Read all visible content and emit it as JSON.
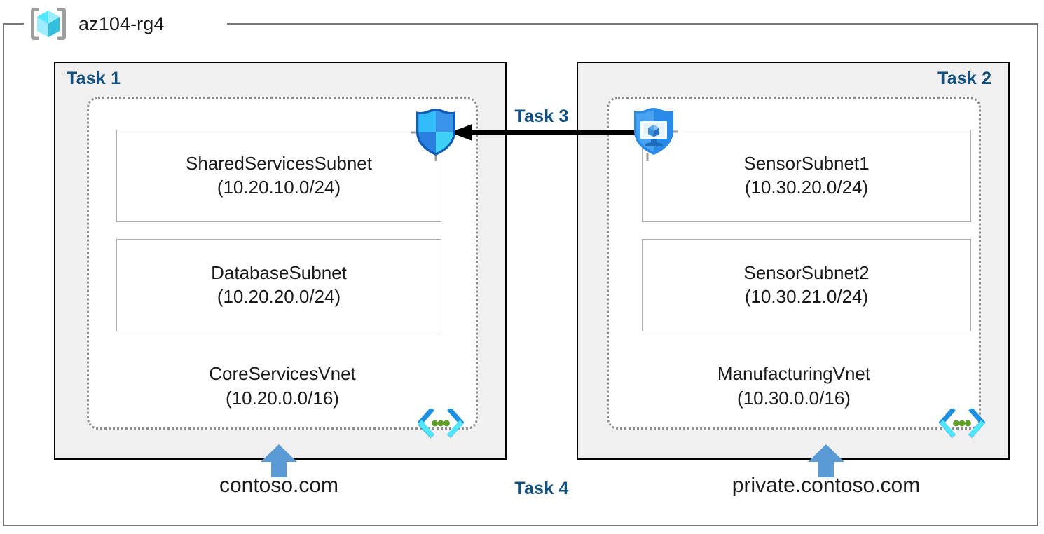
{
  "resource_group": {
    "name": "az104-rg4",
    "icon": "resource-group-cube-icon"
  },
  "tasks": {
    "task1_label": "Task 1",
    "task2_label": "Task 2",
    "task3_label": "Task 3",
    "task4_label": "Task 4"
  },
  "vnets": [
    {
      "id": "core",
      "name": "CoreServicesVnet",
      "cidr": "(10.20.0.0/16)",
      "icon": "vnet-icon",
      "task": "Task 1",
      "subnets": [
        {
          "name": "SharedServicesSubnet",
          "cidr": "(10.20.10.0/24)"
        },
        {
          "name": "DatabaseSubnet",
          "cidr": "(10.20.20.0/24)"
        }
      ],
      "dns_zone": "contoso.com"
    },
    {
      "id": "manufacturing",
      "name": "ManufacturingVnet",
      "cidr": "(10.30.0.0/16)",
      "icon": "vnet-icon",
      "task": "Task 2",
      "subnets": [
        {
          "name": "SensorSubnet1",
          "cidr": "(10.30.20.0/24)"
        },
        {
          "name": "SensorSubnet2",
          "cidr": "(10.30.21.0/24)"
        }
      ],
      "dns_zone": "private.contoso.com"
    }
  ],
  "icons": {
    "nsg": "network-security-group-shield-icon",
    "vm": "protected-virtual-machine-icon",
    "vnet": "virtual-network-icon",
    "arrow_left": "peering-arrow-left-icon",
    "arrow_up": "dns-link-arrow-up-icon"
  },
  "colors": {
    "task_label": "#12517f",
    "panel_fill": "#f0f0f0",
    "panel_border": "#000000",
    "vnet_border": "#8a8a8a",
    "subnet_border": "#b0b0b0",
    "azure_blue": "#5b9bd5",
    "cube_cyan": "#50e6ff",
    "shield_blue": "#0078d4",
    "vnet_green": "#5e9e28",
    "frame_border": "#767676"
  }
}
